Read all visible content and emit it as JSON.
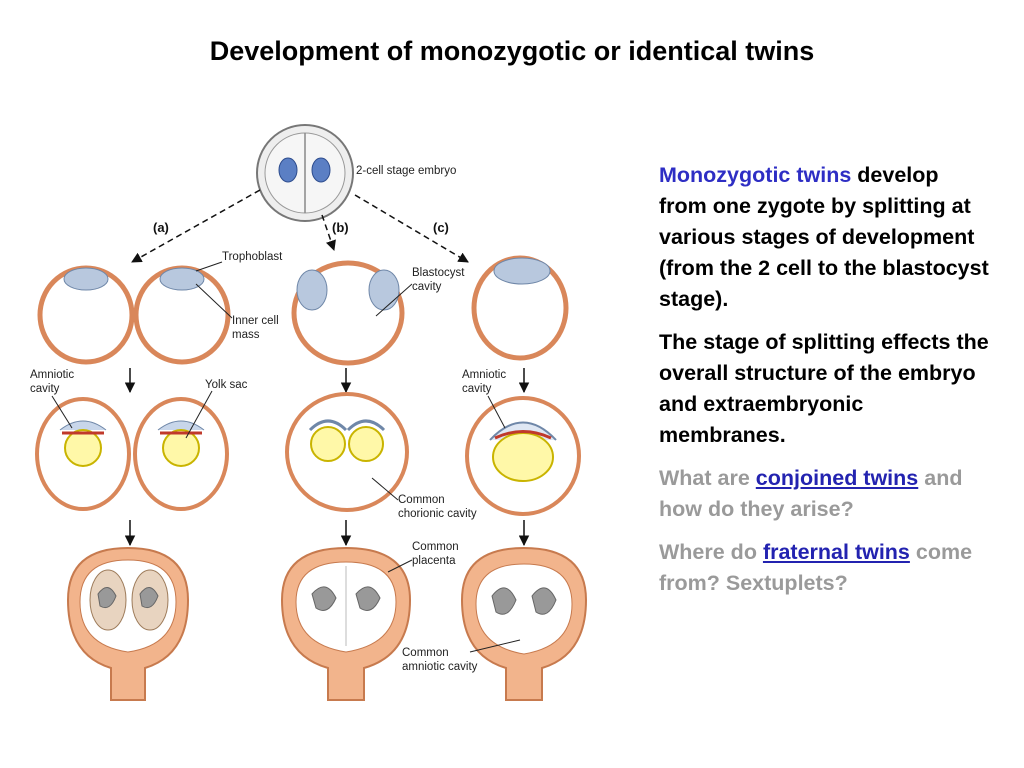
{
  "slide": {
    "title": "Development of monozygotic or identical twins"
  },
  "diagram": {
    "embryo_label": "2-cell stage embryo",
    "path_a": "(a)",
    "path_b": "(b)",
    "path_c": "(c)",
    "trophoblast": "Trophoblast",
    "inner_cell_1": "Inner cell",
    "inner_cell_2": "mass",
    "blastocyst_1": "Blastocyst",
    "blastocyst_2": "cavity",
    "amniotic_a_1": "Amniotic",
    "amniotic_a_2": "cavity",
    "yolk_sac": "Yolk sac",
    "amniotic_c_1": "Amniotic",
    "amniotic_c_2": "cavity",
    "chorionic_1": "Common",
    "chorionic_2": "chorionic cavity",
    "placenta_1": "Common",
    "placenta_2": "placenta",
    "common_amniotic_1": "Common",
    "common_amniotic_2": "amniotic cavity"
  },
  "text": {
    "p1_highlight": "Monozygotic twins",
    "p1_rest": "develop from one zygote by splitting at various stages of development (from the 2 cell to the blastocyst stage).",
    "p2": "The stage of splitting effects the overall structure of the embryo and extraembryonic membranes.",
    "p3_pre": "What are",
    "p3_link": "conjoined twins",
    "p3_post": "and how do they arise?",
    "p4_pre": "Where do",
    "p4_link": "fraternal twins",
    "p4_post": "come from? Sextuplets?"
  },
  "colors": {
    "highlight": "#2e2ec4",
    "link": "#2323b0",
    "muted": "#9a9a9a",
    "tissue": "#e8a072",
    "yolk": "#f5e632"
  }
}
